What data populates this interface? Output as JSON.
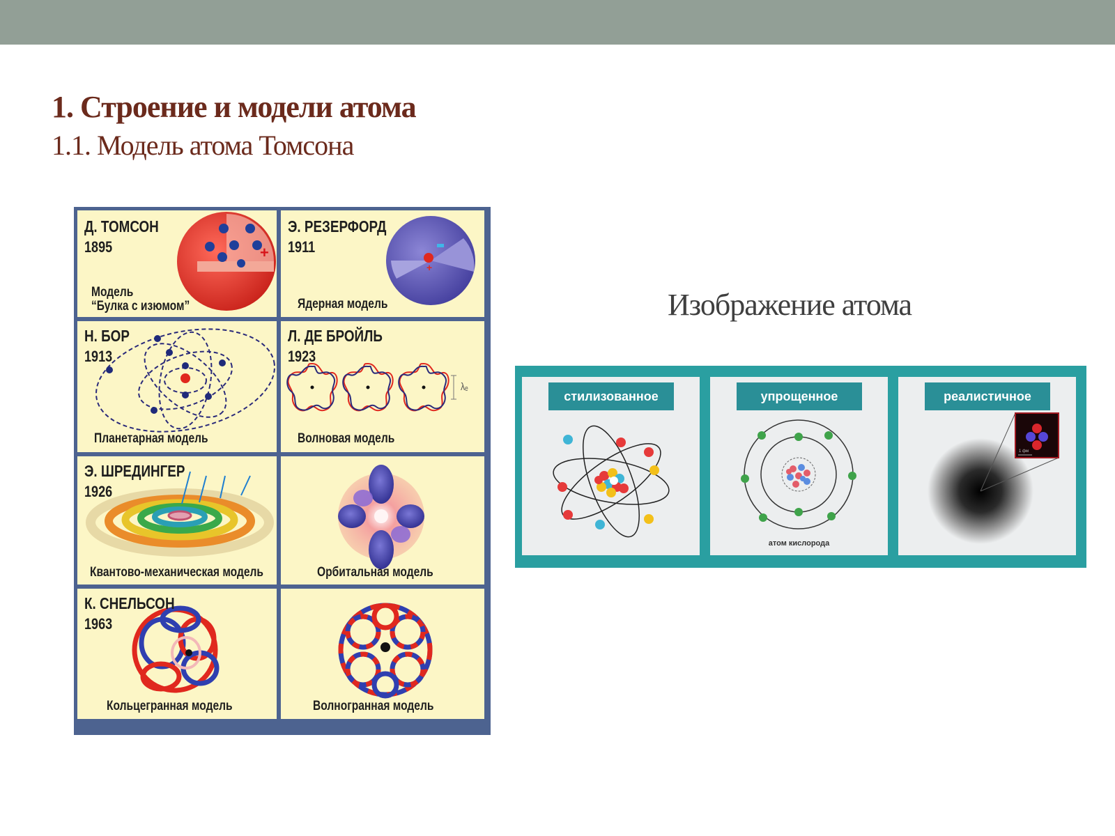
{
  "slide": {
    "title": "1. Строение и модели атома",
    "subtitle": "1.1. Модель атома Томсона",
    "atom_heading": "Изображение атома"
  },
  "models": {
    "thomson": {
      "name": "Д. ТОМСОН",
      "year": "1895",
      "label_line1": "Модель",
      "label_line2": "“Булка с изюмом”"
    },
    "rutherford": {
      "name": "Э. РЕЗЕРФОРД",
      "year": "1911",
      "label": "Ядерная модель"
    },
    "bohr": {
      "name": "Н. БОР",
      "year": "1913",
      "label": "Планетарная модель"
    },
    "debroglie": {
      "name": "Л. ДЕ БРОЙЛЬ",
      "year": "1923",
      "label": "Волновая модель",
      "lambda": "λₑ"
    },
    "schrodinger": {
      "name": "Э. ШРЕДИНГЕР",
      "year": "1926",
      "label": "Квантово-механическая модель"
    },
    "orbital": {
      "label": "Орбитальная модель"
    },
    "snelson": {
      "name": "К. СНЕЛЬСОН",
      "year": "1963",
      "label": "Кольцегранная модель"
    },
    "wave_face": {
      "label": "Волногранная модель"
    }
  },
  "representations": {
    "stylized": {
      "tab": "стилизованное"
    },
    "simplified": {
      "tab": "упрощенное",
      "caption": "атом кислорода"
    },
    "realistic": {
      "tab": "реалистичное",
      "scale": "1 фм"
    }
  },
  "colors": {
    "title": "#6b2a1c",
    "topbar": "#929f96",
    "panel_border": "#4d6390",
    "cell_bg": "#fcf6c6",
    "teal_frame": "#2a9fa1",
    "tab_bg": "#2a8f97"
  }
}
